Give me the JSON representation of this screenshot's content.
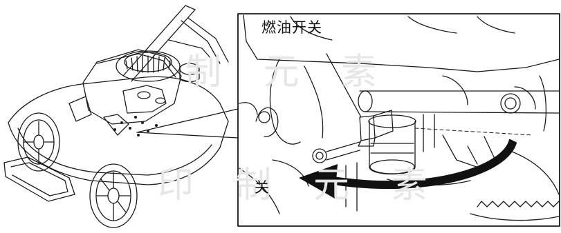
{
  "labels": {
    "fuel_valve": "燃油开关",
    "off": "关"
  },
  "watermark": {
    "line1": "制 元 素",
    "line2": "印 制 元 素"
  },
  "colors": {
    "line": "#1a1a1a",
    "arrow": "#111111",
    "background": "#ffffff",
    "watermark": "#e6e6e6"
  }
}
